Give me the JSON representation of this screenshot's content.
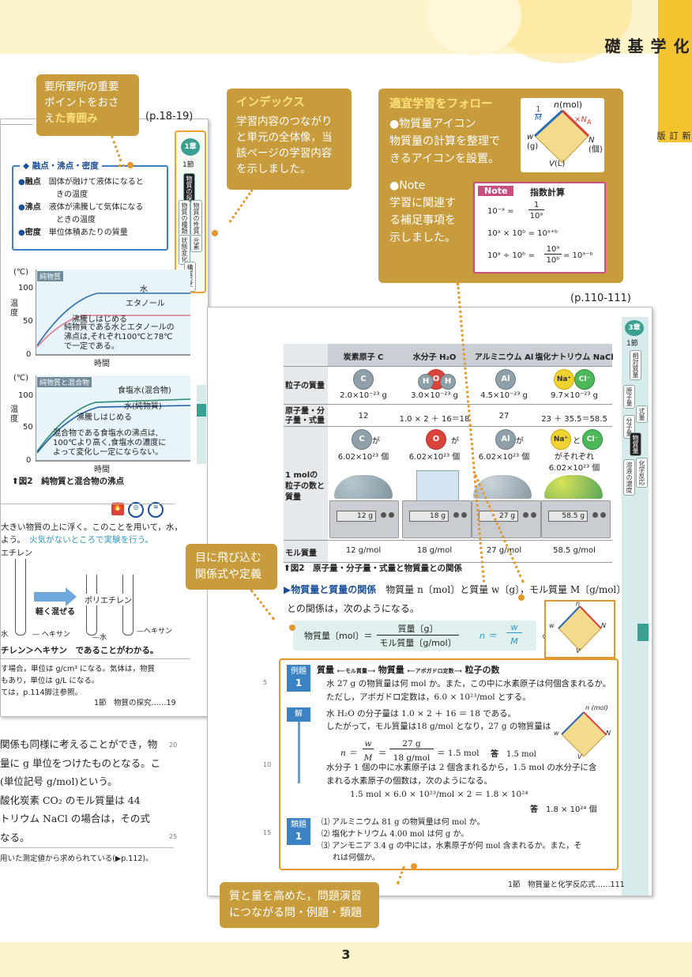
{
  "header": {
    "side_title": "化学基礎",
    "side_sub": "新訂版",
    "page_number": "3"
  },
  "callouts": {
    "boxed": {
      "text1": "要所要所の重要",
      "text2": "ポイントをおさ",
      "text3": "え",
      "text_hl": "た青囲み"
    },
    "index": {
      "title": "インデックス",
      "l1": "学習内容のつながり",
      "l2": "と単元の全体像，当",
      "l3": "該ページの学習内容",
      "l4": "を示しました。"
    },
    "follow": {
      "title": "適宜学習をフォロー",
      "l1": "●物質量アイコン",
      "l2": "物質量の計算を整理で",
      "l3": "きるアイコンを設置。",
      "note1": "●Note",
      "note2": "学習に関連す",
      "note3": "る補足事項を",
      "note4": "示しました。"
    },
    "formula": {
      "l1": "目に飛び込む",
      "l2": "関係式や定義"
    },
    "practice": {
      "l1": "質と量を高めた，問題演習",
      "l2": "につながる問・例題・類題"
    }
  },
  "page_refs": {
    "left": "(p.18-19)",
    "right": "(p.110-111)"
  },
  "icon": {
    "n": "n",
    "n_unit": "(mol)",
    "one_over_m": "1",
    "m": "M",
    "times_na": "×N",
    "na_sub": "A",
    "w": "w",
    "w_unit": "(g)",
    "N": "N",
    "N_unit": "(個)",
    "V": "V",
    "V_unit": "(L)"
  },
  "note_box": {
    "tag": "Note",
    "title": "指数計算",
    "eq1l": "10⁻ᵃ =",
    "eq1n": "1",
    "eq1d": "10ᵃ",
    "eq2": "10ᵃ × 10ᵇ = 10ᵃ⁺ᵇ",
    "eq3l": "10ᵃ ÷ 10ᵇ =",
    "eq3n": "10ᵃ",
    "eq3d": "10ᵇ",
    "eq3r": "= 10ᵃ⁻ᵇ"
  },
  "page1": {
    "tab_chap": "1章",
    "tab_sec": "1節",
    "tab_items": [
      "物質の探究",
      "物質の種類",
      "物質の性質",
      "状態変化",
      "元素",
      "構成粒子"
    ],
    "box_title": "融点・沸点・密度",
    "defs": [
      {
        "term": "融点",
        "d1": "固体が融けて液体になると",
        "d2": "きの温度"
      },
      {
        "term": "沸点",
        "d1": "液体が沸騰して気体になる",
        "d2": "ときの温度"
      },
      {
        "term": "密度",
        "d1": "単位体積あたりの質量",
        "d2": ""
      }
    ],
    "g1": {
      "unit": "(℃)",
      "title": "純物質",
      "y_label": "温度",
      "yt": [
        "100",
        "50",
        "0"
      ],
      "water": "水",
      "ethanol": "エタノール",
      "boil": "沸騰しはじめる",
      "n1": "純物質である水とエタノールの",
      "n2": "沸点は,それぞれ100℃と78℃",
      "n3": "で一定である。",
      "x": "時間"
    },
    "g2": {
      "unit": "(℃)",
      "title": "純物質と混合物",
      "y_label": "温度",
      "yt": [
        "100",
        "50",
        "0"
      ],
      "salt": "食塩水(混合物)",
      "water": "水(純物質)",
      "boil": "沸騰しはじめる",
      "n1": "混合物である食塩水の沸点は,",
      "n2": "100℃より高く,食塩水の濃度に",
      "n3": "よって変化し一定にならない。",
      "x": "時間"
    },
    "fig": "⬆図2　純物質と混合物の沸点",
    "exp1": "大きい物質の上に浮く。このことを用いて，水，",
    "exp2": "よう。",
    "exp2c": "火気がないところで実験を行う。",
    "poly1": "エチレン",
    "mix": "軽く混ぜる",
    "poly2": "ポリエチレン",
    "lab_water1": "水",
    "lab_hex1": "ヘキサン",
    "lab_water2": "水",
    "lab_hex2": "ヘキサン",
    "concl": "チレン＞ヘキサン　であることがわかる。",
    "fn1": "す場合，単位は g/cm³ になる。気体は，物質",
    "fn2": "もあり，単位は g/L になる。",
    "fn3": "ては，p.114脚注参照。",
    "footer": "1節　物質の探究……19",
    "body1": "関係も同様に考えることができ，物",
    "body2": "量に g 単位をつけたものとなる。こ",
    "body3": "(単位記号 g/mol)という。",
    "body4": "酸化炭素 CO₂ のモル質量は 44",
    "body5": "トリウム NaCl の場合は，その式",
    "body6": "なる。",
    "ln20": "20",
    "ln25": "25",
    "bottom": "用いた測定値から求められている(▶p.112)。"
  },
  "page2": {
    "tab_chap": "3章",
    "tab_sec": "1節",
    "tab_items": [
      "相対質量",
      "原子量",
      "分子量",
      "式量",
      "物質量",
      "化学反応",
      "溶液の濃度"
    ],
    "cols": [
      "炭素原子 C",
      "水分子 H₂O",
      "アルミニウム Al",
      "塩化ナトリウム NaCl"
    ],
    "rows": [
      "粒子の質量",
      "原子量・分",
      "子量・式量",
      "1 molの",
      "粒子の数と",
      "質量",
      "モル質量"
    ],
    "particle_mass": [
      "2.0×10⁻²³ g",
      "3.0×10⁻²³ g",
      "4.5×10⁻²³ g",
      "9.7×10⁻²³ g"
    ],
    "formula_mass": [
      "12",
      "1.0 × 2 ＋ 16＝18",
      "27",
      "23 ＋ 35.5＝58.5"
    ],
    "count_ga": [
      "が",
      "が",
      "が",
      "と"
    ],
    "count": [
      "6.02×10²³ 個",
      "6.02×10²³ 個",
      "6.02×10²³ 個",
      "6.02×10²³ 個"
    ],
    "each": "がそれぞれ",
    "scales": [
      "12 g",
      "18 g",
      "27 g",
      "58.5 g"
    ],
    "molar": [
      "12 g/mol",
      "18 g/mol",
      "27 g/mol",
      "58.5 g/mol"
    ],
    "atoms": {
      "c": "C",
      "h": "H",
      "o": "O",
      "al": "Al",
      "na": "Na⁺",
      "cl": "Cl⁻"
    },
    "fig": "⬆図2　原子量・分子量・式量と物質量との関係",
    "sec_title": "▶物質量と質量の関係",
    "sec_text": "物質量 n〔mol〕と質量 w〔g〕，モル質量 M〔g/mol〕",
    "sec_text2": "との関係は，次のようになる。",
    "eq_lhs": "物質量〔mol〕＝",
    "eq_num": "質量〔g〕",
    "eq_den": "モル質量〔g/mol〕",
    "eq_n": "n ＝",
    "eq_w": "w",
    "eq_M": "M",
    "eq_no": "〈3〉",
    "flow": [
      "質量",
      "モル質量",
      "物質量",
      "アボガドロ定数",
      "粒子の数"
    ],
    "ex_tag": "例題",
    "ex_num": "1",
    "ex_l1": "水 27 g の物質量は何 mol か。また，この中に水素原子は何個含まれるか。",
    "ex_l2": "ただし，アボガドロ定数は，6.0 × 10²³/mol とする。",
    "sol_tag": "解",
    "sol_l1": "水 H₂O の分子量は 1.0 × 2 ＋ 16 ＝ 18 である。",
    "sol_l2": "したがって，モル質量は18 g/mol となり，27 g の物質量は",
    "sol_eq": "n ＝",
    "sol_w": "w",
    "sol_M": "M",
    "sol_27": "27 g",
    "sol_18": "18 g/mol",
    "sol_res": "＝ 1.5 mol",
    "ans": "答",
    "ans1": "1.5 mol",
    "sol_l3": "水分子 1 個の中に水素原子は 2 個含まれるから，1.5 mol の水分子に含",
    "sol_l4": "まれる水素原子の個数は，次のようになる。",
    "sol_l5": "1.5 mol × 6.0 × 10²³/mol × 2 ＝ 1.8 × 10²⁴",
    "ans2": "1.8 × 10²⁴ 個",
    "ru_tag": "類題",
    "ru_num": "1",
    "q1": "⑴ アルミニウム 81 g の物質量は何 mol か。",
    "q2": "⑵ 塩化ナトリウム 4.00 mol は何 g か。",
    "q3": "⑶ アンモニア 3.4 g の中には，水素原子が何 mol 含まれるか。また，そ",
    "q4": "れは何個か。",
    "ln5": "5",
    "ln10": "10",
    "ln15": "15",
    "footer": "1節　物質量と化学反応式……111"
  }
}
